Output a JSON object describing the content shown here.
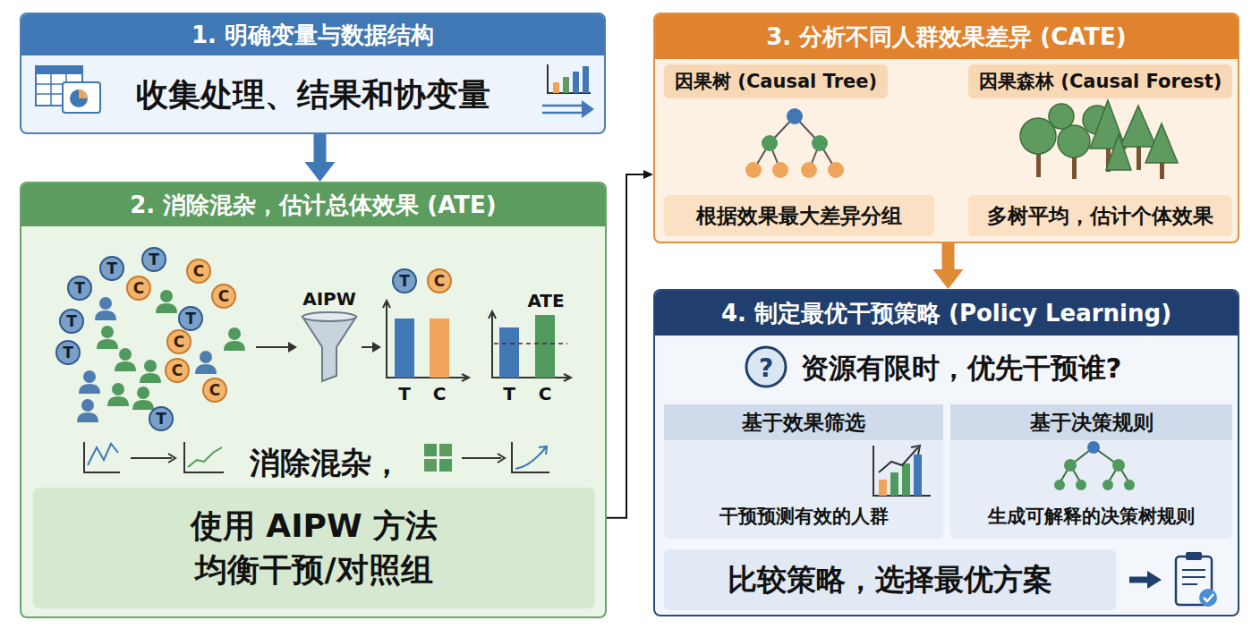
{
  "diagram": {
    "nodes": [
      {
        "text": [
          "1. 明确变量与数据结构",
          "收集处理、结果和协变量"
        ]
      },
      {
        "text": [
          "2. 消除混杂，估计总体效果 (ATE)",
          "消除混杂，"
        ]
      },
      {
        "text": [
          "使用 AIPW 方法 均衡干预/对照组"
        ],
        "in": 1
      },
      {
        "text": [
          "3. 分析不同人群效果差异 (CATE)"
        ]
      },
      {
        "text": [
          "因果树 (Causal Tree)",
          "根据效果最大差异分组"
        ],
        "in": 3
      },
      {
        "text": [
          "因果森林 (Causal Forest)",
          "多树平均，估计个体效果"
        ],
        "in": 3
      },
      {
        "text": [
          "4. 制定最优干预策略 (Policy Learning)",
          "资源有限时，优先干预谁?"
        ]
      },
      {
        "text": [
          "基于效果筛选",
          "干预预测有效的人群"
        ],
        "in": 6
      },
      {
        "text": [
          "基于决策规则",
          "生成可解释的决策树规则"
        ],
        "in": 6
      },
      {
        "text": [
          "比较策略，选择最优方案"
        ],
        "in": 6
      }
    ],
    "edges": [
      {
        "from": 0,
        "to": 1,
        "arrow": "to"
      },
      {
        "from": 1,
        "to": 3,
        "arrow": "to"
      },
      {
        "from": 3,
        "to": 6,
        "arrow": "to"
      }
    ],
    "labels": [
      "T",
      "T",
      "T",
      "C",
      "C",
      "T",
      "C",
      "T",
      "C",
      "T",
      "C",
      "T",
      "C",
      "AIPW",
      "T",
      "C",
      "T",
      "C",
      "ATE",
      "T",
      "C",
      "?"
    ]
  }
}
